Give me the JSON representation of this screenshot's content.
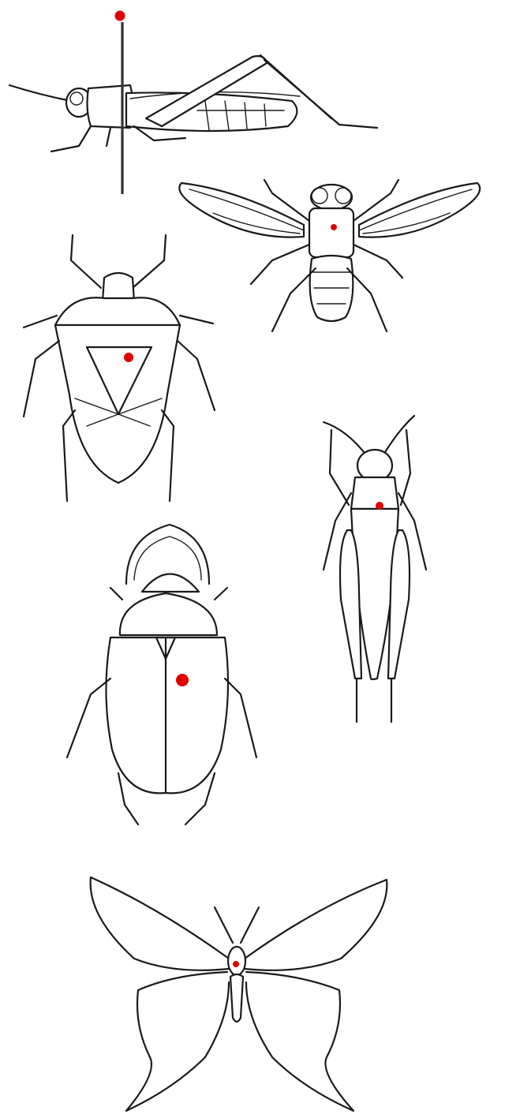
{
  "colors": {
    "background": "#ffffff",
    "ink": "#1a1a1a",
    "pin_mark": "#e00000"
  },
  "figures": [
    {
      "subject": "grasshopper-side-view",
      "pin": "pin-through-thorax"
    },
    {
      "subject": "fly-top-view",
      "pin": "pin-through-thorax"
    },
    {
      "subject": "stink-bug-top-view",
      "pin": "pin-through-scutellum"
    },
    {
      "subject": "grasshopper-top-view",
      "pin": "pin-through-right-thorax"
    },
    {
      "subject": "scarab-beetle-top-view",
      "pin": "pin-through-right-elytron"
    },
    {
      "subject": "butterfly-top-view",
      "pin": "pin-through-thorax"
    }
  ]
}
